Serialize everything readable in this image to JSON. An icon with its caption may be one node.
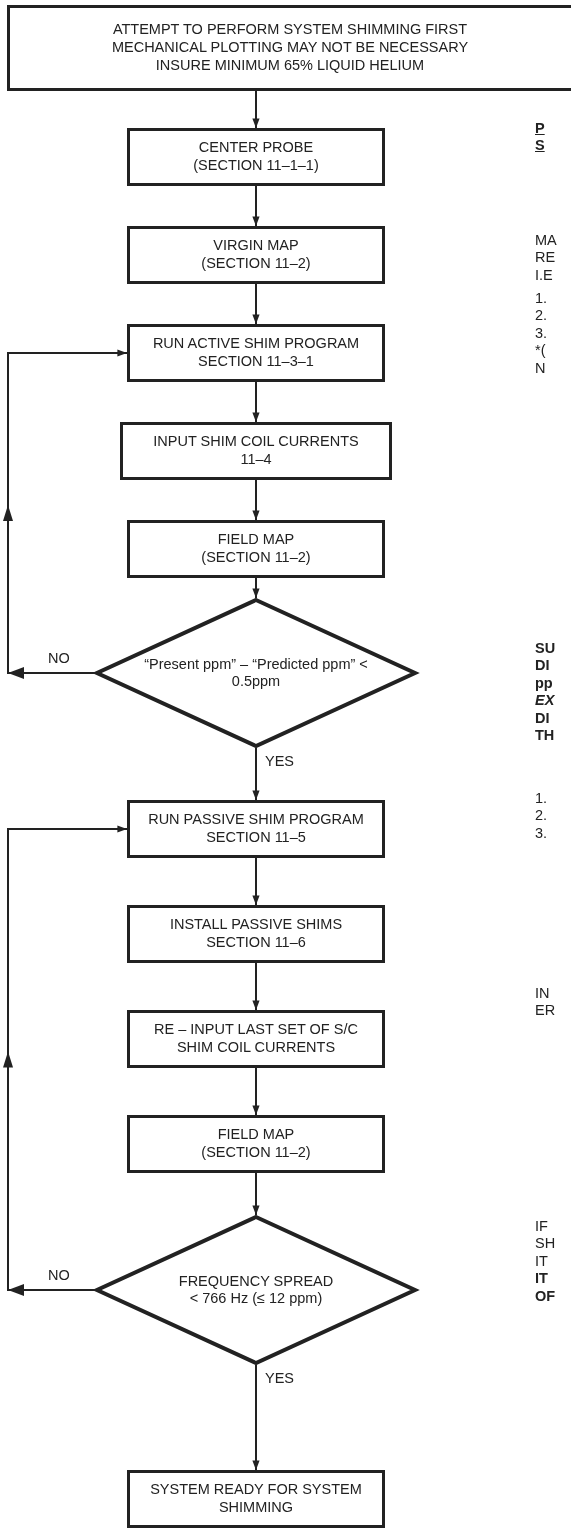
{
  "diagram": {
    "nodes": [
      {
        "text": [
          "ATTEMPT TO PERFORM SYSTEM SHIMMING FIRST",
          "MECHANICAL PLOTTING MAY NOT BE NECESSARY",
          "INSURE MINIMUM 65% LIQUID HELIUM"
        ]
      },
      {
        "text": [
          "CENTER PROBE",
          "(SECTION 11–1–1)"
        ]
      },
      {
        "text": [
          "VIRGIN MAP",
          "(SECTION 11–2)"
        ]
      },
      {
        "text": [
          "RUN ACTIVE SHIM PROGRAM",
          "SECTION 11–3–1"
        ]
      },
      {
        "text": [
          "INPUT SHIM COIL CURRENTS",
          "11–4"
        ]
      },
      {
        "text": [
          "FIELD MAP",
          "(SECTION 11–2)"
        ]
      },
      {
        "text": [
          "“Present ppm” – “Predicted ppm” < 0.5ppm"
        ]
      },
      {
        "text": [
          "RUN PASSIVE SHIM PROGRAM",
          "SECTION 11–5"
        ]
      },
      {
        "text": [
          "INSTALL PASSIVE SHIMS",
          "SECTION 11–6"
        ]
      },
      {
        "text": [
          "RE – INPUT LAST SET OF S/C SHIM COIL CURRENTS"
        ]
      },
      {
        "text": [
          "FIELD MAP",
          "(SECTION 11–2)"
        ]
      },
      {
        "text": [
          "FREQUENCY SPREAD",
          "< 766 Hz (≤ 12 ppm)"
        ]
      },
      {
        "text": [
          "SYSTEM READY FOR SYSTEM SHIMMING"
        ]
      }
    ],
    "edges": [
      {
        "from": 0,
        "to": 1,
        "arrow": "to"
      },
      {
        "from": 1,
        "to": 2,
        "arrow": "to"
      },
      {
        "from": 2,
        "to": 3,
        "arrow": "to"
      },
      {
        "from": 3,
        "to": 4,
        "arrow": "to"
      },
      {
        "from": 4,
        "to": 5,
        "arrow": "to"
      },
      {
        "from": 5,
        "to": 6,
        "arrow": "to"
      },
      {
        "from": 6,
        "to": 3,
        "arrow": "to",
        "label": "NO"
      },
      {
        "from": 6,
        "to": 7,
        "arrow": "to",
        "label": "YES"
      },
      {
        "from": 7,
        "to": 8,
        "arrow": "to"
      },
      {
        "from": 8,
        "to": 9,
        "arrow": "to"
      },
      {
        "from": 9,
        "to": 10,
        "arrow": "to"
      },
      {
        "from": 10,
        "to": 11,
        "arrow": "to"
      },
      {
        "from": 11,
        "to": 7,
        "arrow": "to",
        "label": "NO"
      },
      {
        "from": 11,
        "to": 12,
        "arrow": "to",
        "label": "YES"
      }
    ],
    "labels": [
      "P S",
      "MA RE I.E",
      "1. 2. 3. *( N",
      "SU DI pp *EX* DI TH",
      "1. 2. 3.",
      "IN ER",
      "IF SH IT **IT** **OF**"
    ]
  }
}
